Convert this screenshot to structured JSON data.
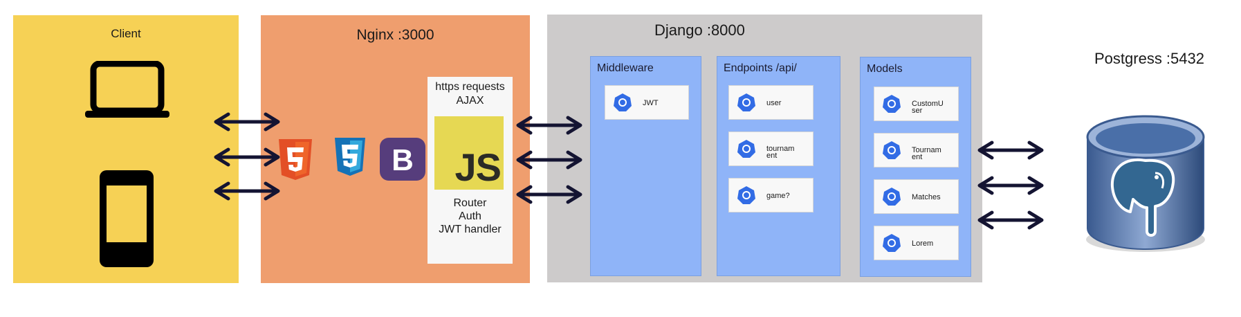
{
  "client": {
    "title": "Client"
  },
  "nginx": {
    "title": "Nginx :3000",
    "https_box": {
      "title_line1": "https requests",
      "title_line2": "AJAX",
      "js_logo": "JS",
      "items": [
        "Router",
        "Auth",
        "JWT handler"
      ]
    },
    "logos": [
      "html5-logo",
      "css3-logo",
      "bootstrap-logo"
    ]
  },
  "django": {
    "title": "Django :8000",
    "columns": [
      {
        "title": "Middleware",
        "cards": [
          {
            "label": "JWT"
          }
        ]
      },
      {
        "title": "Endpoints /api/",
        "cards": [
          {
            "label": "user"
          },
          {
            "label": "tournam ent"
          },
          {
            "label": "game?"
          }
        ]
      },
      {
        "title": "Models",
        "cards": [
          {
            "label": "CustomU ser"
          },
          {
            "label": "Tournam ent"
          },
          {
            "label": "Matches"
          },
          {
            "label": "Lorem"
          }
        ]
      }
    ]
  },
  "postgres": {
    "title": "Postgress :5432"
  },
  "colors": {
    "client_bg": "#f6d155",
    "nginx_bg": "#ef9e6e",
    "django_bg": "#cdcbcb",
    "column_bg": "#8fb4f8",
    "arrow": "#141432"
  },
  "icons": [
    "laptop-icon",
    "phone-icon",
    "kubernetes-icon",
    "postgres-elephant-icon",
    "database-cylinder-icon"
  ]
}
